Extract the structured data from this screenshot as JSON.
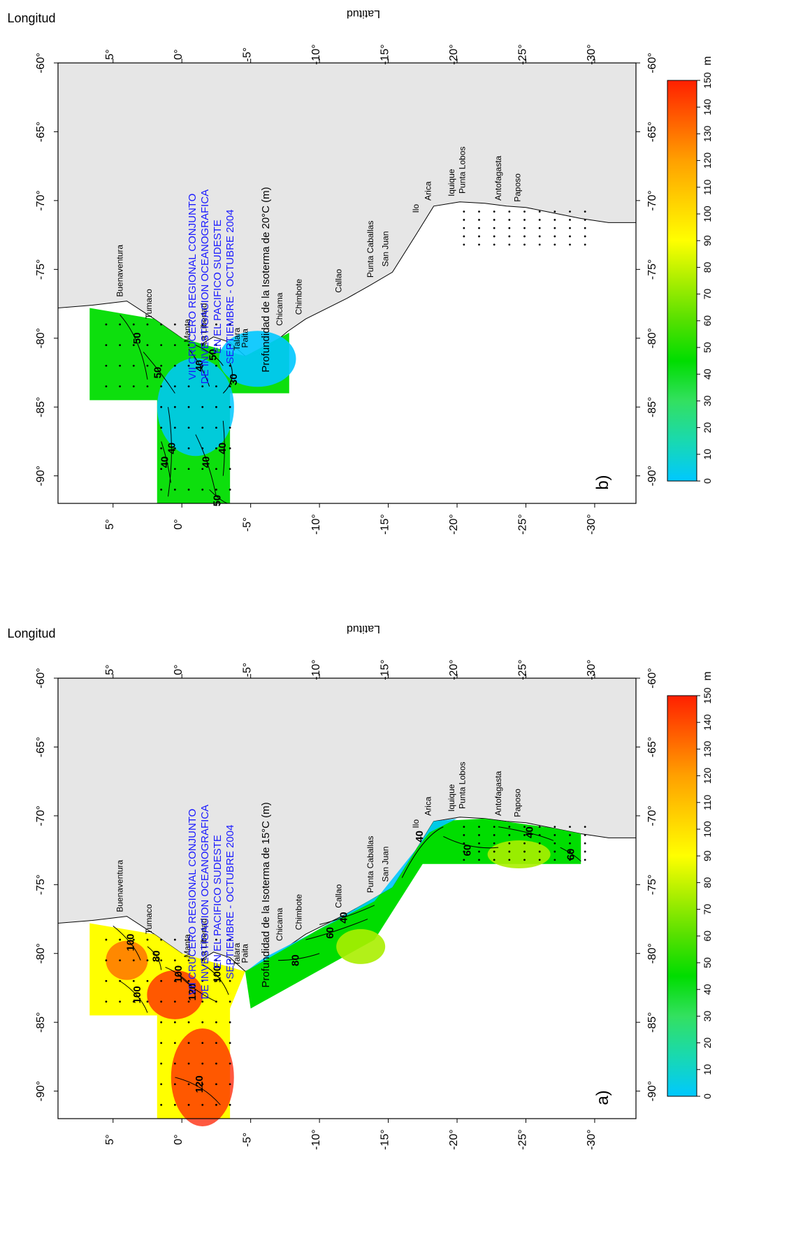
{
  "colors": {
    "land": "#e6e6e6",
    "coast": "#000000",
    "scale": [
      "#00c8ff",
      "#19d9b0",
      "#33e060",
      "#00dd00",
      "#55e000",
      "#aaee00",
      "#ffff00",
      "#ffd000",
      "#ffa000",
      "#ff6000",
      "#ff2000"
    ]
  },
  "axes": {
    "longitude_label": "Longitud",
    "latitude_label": "Latitud",
    "lon_ticks": [
      "-90°",
      "-85°",
      "-80°",
      "-75°",
      "-70°",
      "-65°",
      "-60°"
    ],
    "lat_ticks": [
      "5°",
      "0°",
      "-5°",
      "-10°",
      "-15°",
      "-20°",
      "-25°",
      "-30°"
    ]
  },
  "colorbar": {
    "unit": "m",
    "ticks": [
      "0",
      "10",
      "20",
      "30",
      "40",
      "50",
      "60",
      "70",
      "80",
      "90",
      "100",
      "110",
      "120",
      "130",
      "140",
      "150"
    ]
  },
  "panels": [
    {
      "letter": "b)",
      "subtitle": "Profundidad de la Isoterma de 20°C (m)",
      "contours": [
        "50",
        "50",
        "40",
        "50",
        "40",
        "30",
        "40",
        "40",
        "40",
        "50"
      ]
    },
    {
      "letter": "a)",
      "subtitle": "Profundidad de la Isoterma de 15°C (m)",
      "contours": [
        "100",
        "80",
        "100",
        "100",
        "120",
        "100",
        "120",
        "80",
        "60",
        "40",
        "40",
        "60",
        "40",
        "60"
      ]
    }
  ],
  "cruise_title": [
    "VII CRUCERO REGIONAL CONJUNTO",
    "DE INVESTIGACION OCEANOGRAFICA",
    "EN EL PACIFICO SUDESTE",
    "SEPTIEMBRE - OCTUBRE 2004"
  ],
  "places": [
    "Buenaventura",
    "Tumaco",
    "Manta",
    "La Libertad",
    "Talara",
    "Paita",
    "Chicama",
    "Chimbote",
    "Callao",
    "Punta Caballas",
    "San Juan",
    "Ilo",
    "Arica",
    "Iquique",
    "Punta Lobos",
    "Antofagasta",
    "Paposo"
  ]
}
